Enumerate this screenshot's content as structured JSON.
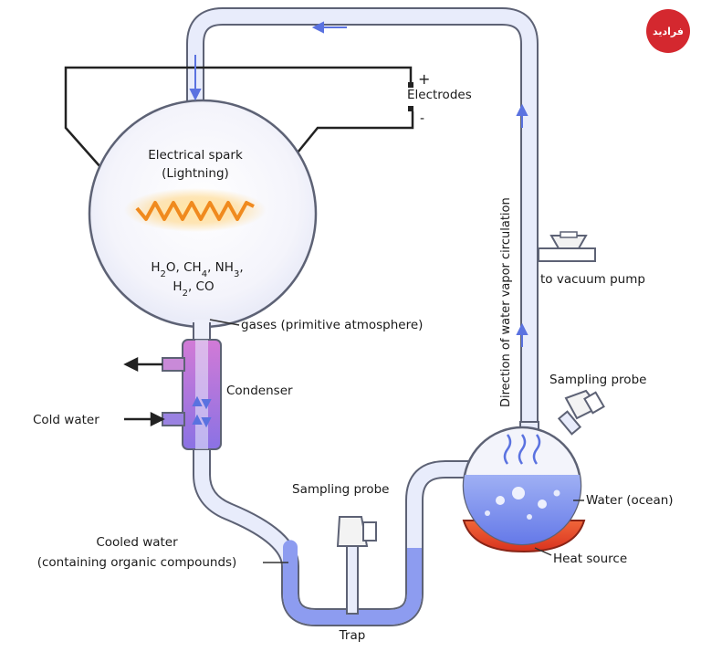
{
  "labels": {
    "electrodes": "Electrodes",
    "plus": "+",
    "minus": "-",
    "spark_line1": "Electrical spark",
    "spark_line2": "(Lightning)",
    "gases": "gases (primitive atmosphere)",
    "condenser": "Condenser",
    "cold_water": "Cold water",
    "cooled_water_line1": "Cooled water",
    "cooled_water_line2": "(containing organic compounds)",
    "sampling_probe_trap": "Sampling probe",
    "trap": "Trap",
    "sampling_probe_flask": "Sampling probe",
    "water_ocean": "Water (ocean)",
    "heat_source": "Heat source",
    "vacuum_pump": "to vacuum pump",
    "circulation": "Direction of water vapor circulation"
  },
  "formula": {
    "line1": [
      {
        "t": "H",
        "sub": false
      },
      {
        "t": "2",
        "sub": true
      },
      {
        "t": "O, CH",
        "sub": false
      },
      {
        "t": "4",
        "sub": true
      },
      {
        "t": ", NH",
        "sub": false
      },
      {
        "t": "3",
        "sub": true
      },
      {
        "t": ",",
        "sub": false
      }
    ],
    "line2": [
      {
        "t": "H",
        "sub": false
      },
      {
        "t": "2",
        "sub": true
      },
      {
        "t": ", CO",
        "sub": false
      }
    ]
  },
  "logo": {
    "text": "فرادید",
    "color": "#d4282f"
  },
  "colors": {
    "tube_fill": "#e8ecfb",
    "tube_stroke": "#5d6275",
    "flow_arrow": "#5a72e0",
    "water": "#7c8ff0",
    "condenser": "#b070d8",
    "heat": "#e8462a",
    "spark": "#f08a1e"
  }
}
